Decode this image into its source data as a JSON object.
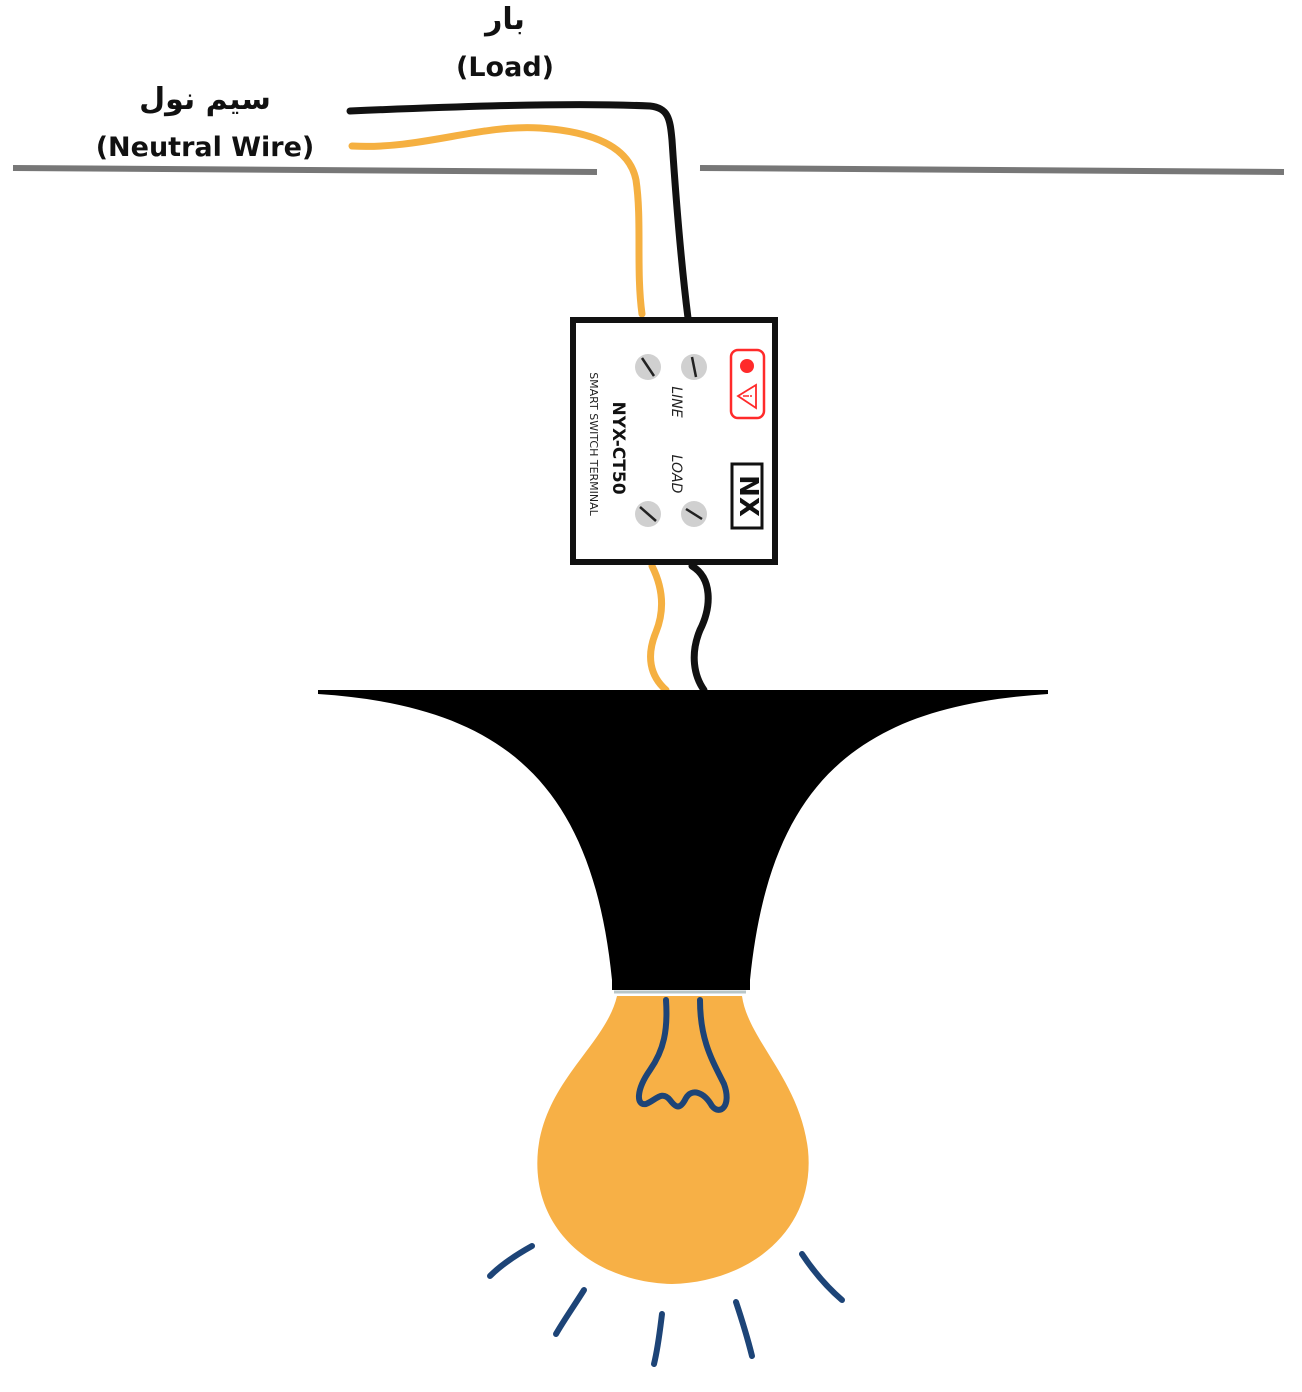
{
  "labels": {
    "load_fa": "بار",
    "load_en": "(Load)",
    "neutral_fa": "سیم نول",
    "neutral_en": "(Neutral Wire)"
  },
  "device": {
    "logo": "NX",
    "model": "NYX-CT50",
    "subtitle": "SMART SWITCH TERMINAL",
    "terminal_line": "LINE",
    "terminal_load": "LOAD"
  },
  "colors": {
    "neutral_wire": "#f5b041",
    "load_wire": "#111111",
    "ceiling": "#777777",
    "fixture": "#000000",
    "bulb": "#f7b046",
    "filament": "#1d4477",
    "indicator": "#ff2a2a"
  },
  "icons": [
    "warning-triangle-icon",
    "indicator-led-icon",
    "terminal-screw-icon"
  ]
}
